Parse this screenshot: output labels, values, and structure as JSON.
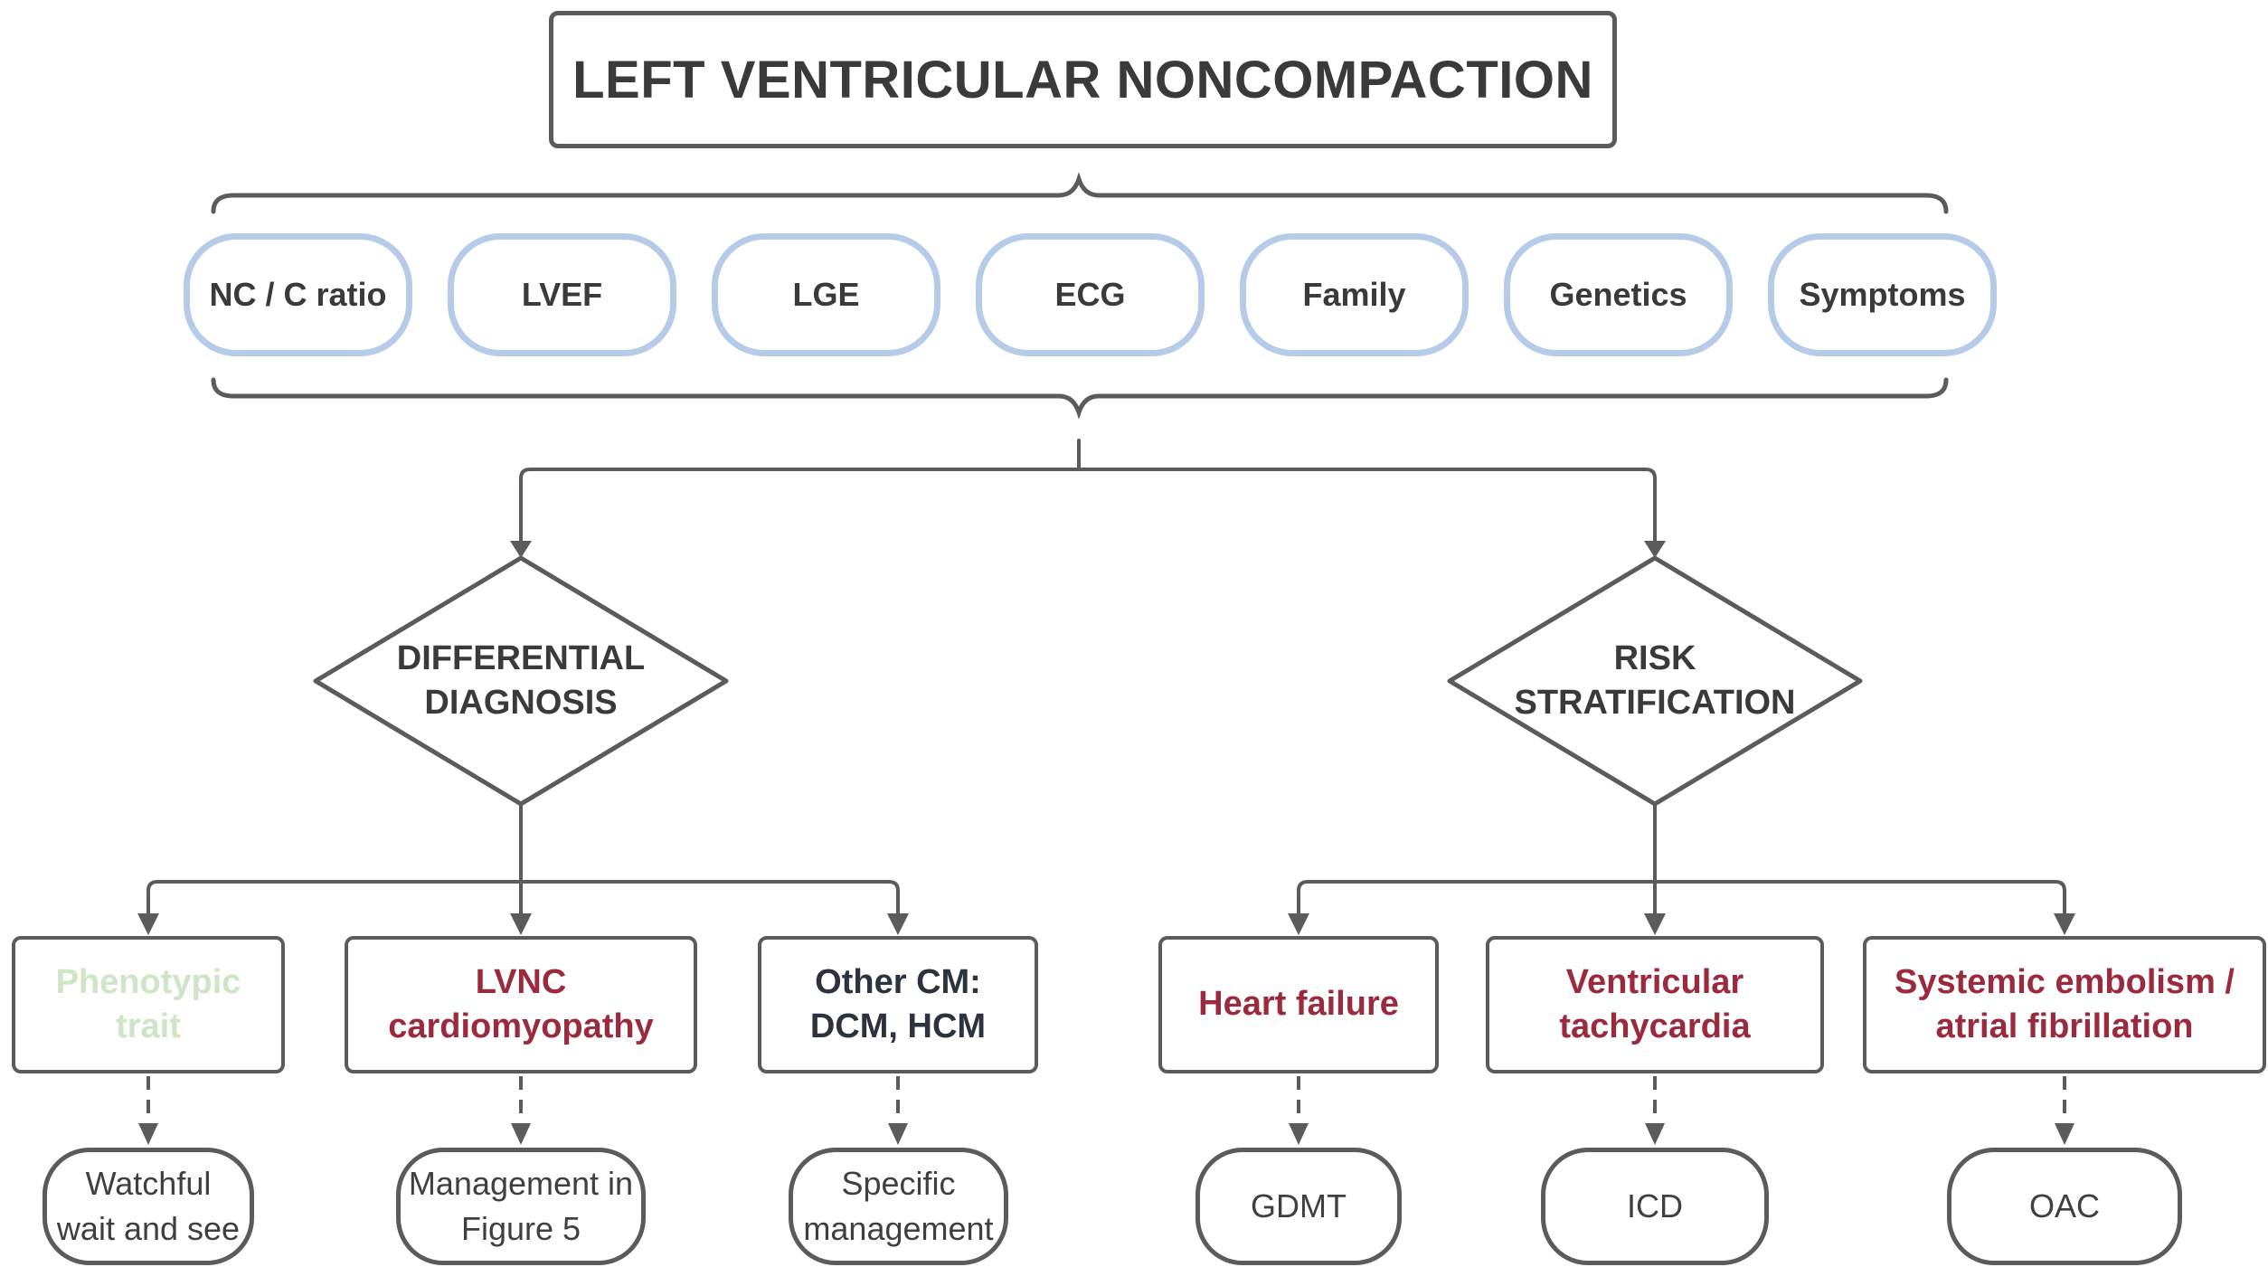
{
  "title": "LEFT VENTRICULAR NONCOMPACTION",
  "criteria_pills": [
    "NC / C ratio",
    "LVEF",
    "LGE",
    "ECG",
    "Family",
    "Genetics",
    "Symptoms"
  ],
  "decisions": {
    "left": {
      "lines": [
        "DIFFERENTIAL",
        "DIAGNOSIS"
      ]
    },
    "right": {
      "lines": [
        "RISK",
        "STRATIFICATION"
      ]
    }
  },
  "outcomes": [
    {
      "lines": [
        "Phenotypic",
        "trait"
      ],
      "color": "green"
    },
    {
      "lines": [
        "LVNC",
        "cardiomyopathy"
      ],
      "color": "red"
    },
    {
      "lines": [
        "Other CM:",
        "DCM, HCM"
      ],
      "color": "dark"
    },
    {
      "lines": [
        "Heart failure"
      ],
      "color": "red"
    },
    {
      "lines": [
        "Ventricular",
        "tachycardia"
      ],
      "color": "red"
    },
    {
      "lines": [
        "Systemic embolism /",
        "atrial fibrillation"
      ],
      "color": "red"
    }
  ],
  "actions": [
    {
      "lines": [
        "Watchful",
        "wait and see"
      ]
    },
    {
      "lines": [
        "Management in",
        "Figure 5"
      ]
    },
    {
      "lines": [
        "Specific",
        "management"
      ]
    },
    {
      "lines": [
        "GDMT"
      ]
    },
    {
      "lines": [
        "ICD"
      ]
    },
    {
      "lines": [
        "OAC"
      ]
    }
  ],
  "colors": {
    "line": "#5b5b5b",
    "pill_border": "#b5cbe8",
    "red": "#9b2a3c",
    "green": "#cfe5c8",
    "dark": "#2d333e",
    "text": "#3a3a3a",
    "action_text": "#3f3f3f"
  }
}
